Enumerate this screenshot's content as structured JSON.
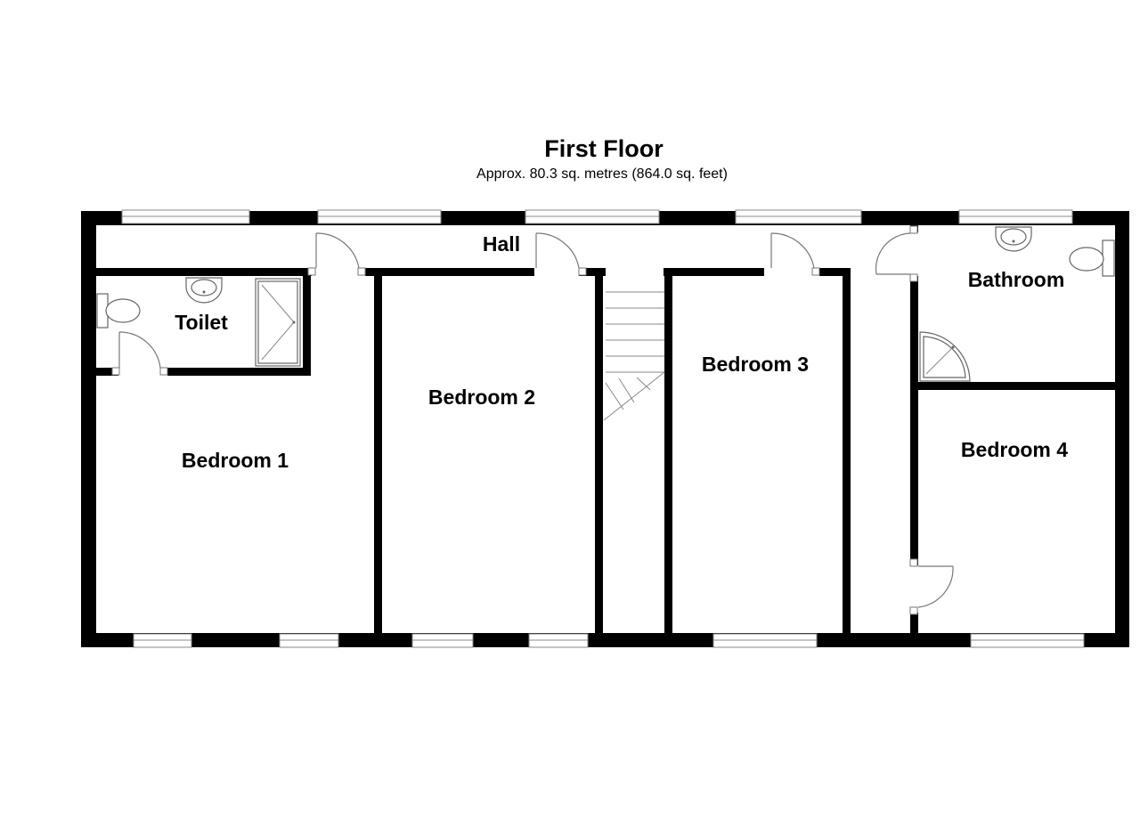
{
  "plan": {
    "title": "First Floor",
    "area": "Approx. 80.3 sq. metres (864.0 sq. feet)"
  },
  "rooms": {
    "hall": "Hall",
    "toilet": "Toilet",
    "bedroom1": "Bedroom 1",
    "bedroom2": "Bedroom 2",
    "bedroom3": "Bedroom 3",
    "bedroom4": "Bedroom 4",
    "bathroom": "Bathroom"
  },
  "colors": {
    "wall": "#000000",
    "fixture": "#666666",
    "background": "#ffffff"
  }
}
